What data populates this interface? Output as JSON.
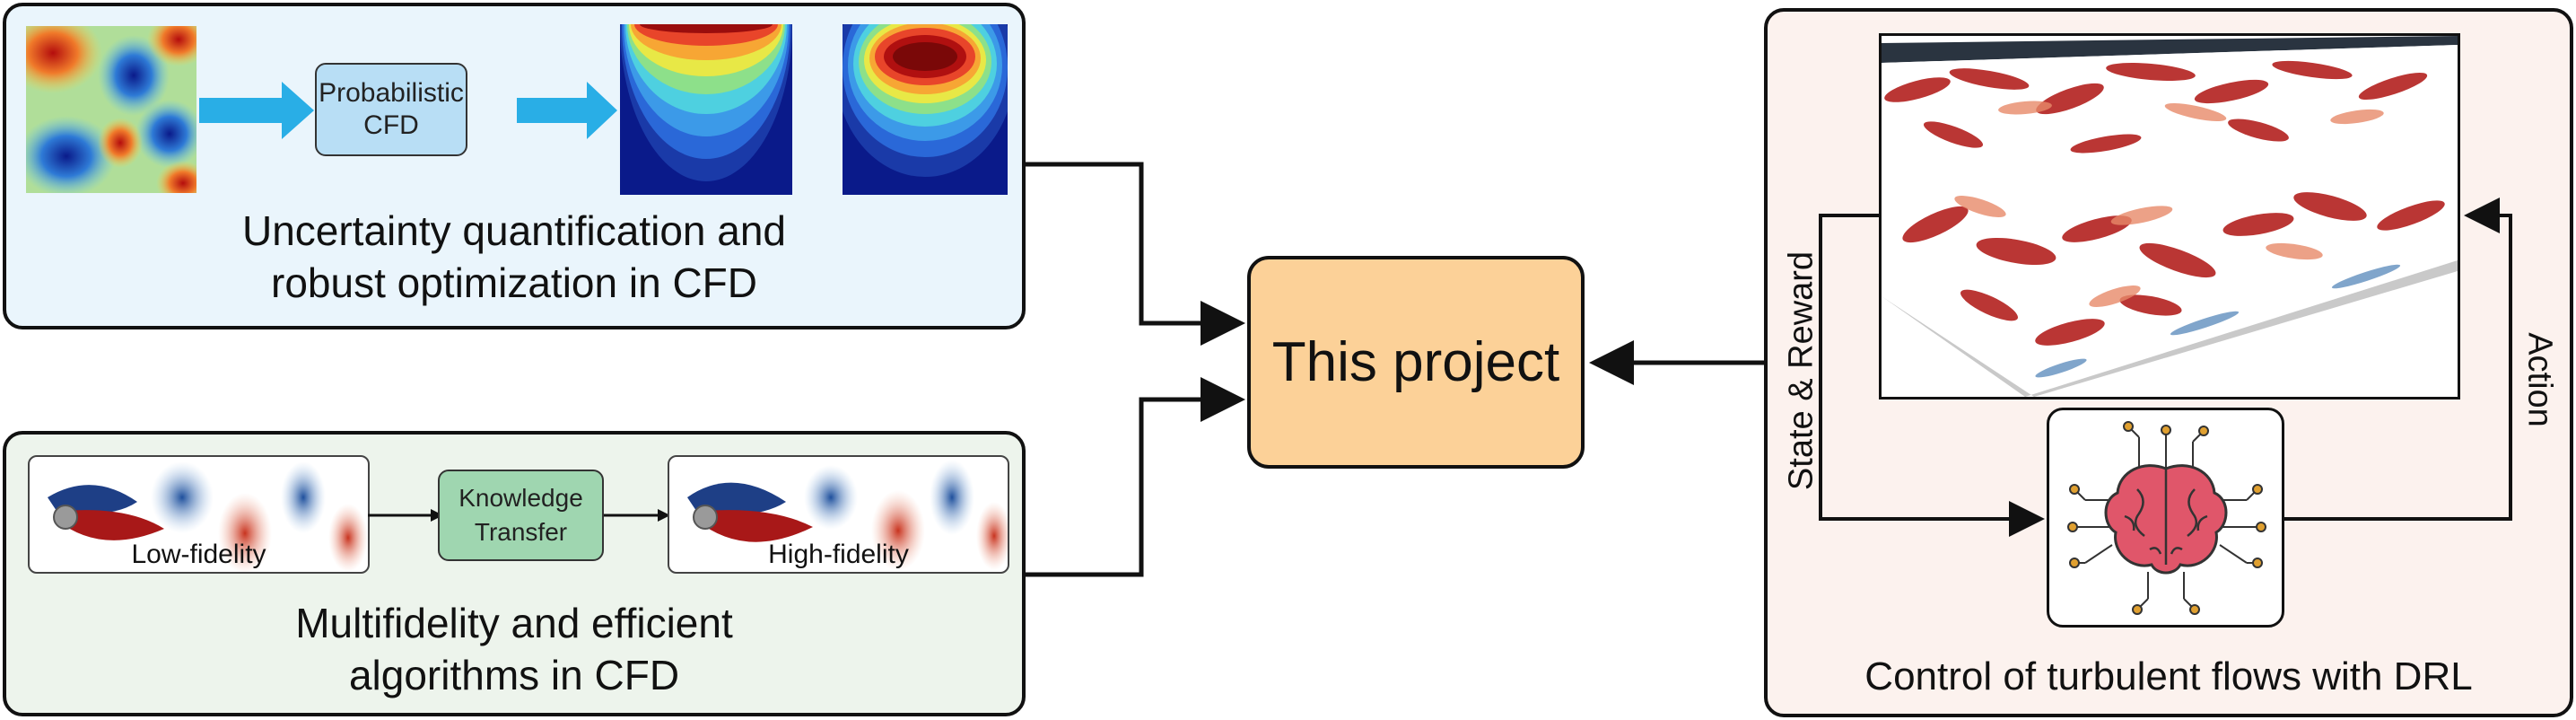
{
  "uq_panel": {
    "caption_line1": "Uncertainty quantification and",
    "caption_line2": "robust optimization in CFD",
    "node_line1": "Probabilistic",
    "node_line2": "CFD",
    "bg_color": "#eaf5fc",
    "node_color": "#b8def5"
  },
  "mf_panel": {
    "caption_line1": "Multifidelity and efficient",
    "caption_line2": "algorithms in CFD",
    "node_line1": "Knowledge",
    "node_line2": "Transfer",
    "low_label": "Low-fidelity",
    "high_label": "High-fidelity",
    "bg_color": "#edf4ec",
    "node_color": "#9fd6b0"
  },
  "center": {
    "label": "This project",
    "bg_color": "#fcd198"
  },
  "drl_panel": {
    "caption": "Control of turbulent flows with DRL",
    "left_loop_label": "State & Reward",
    "right_loop_label": "Action",
    "bg_color": "#fcf2ee",
    "brain_color": "#e0566a",
    "node_dot_color": "#e0a030"
  }
}
